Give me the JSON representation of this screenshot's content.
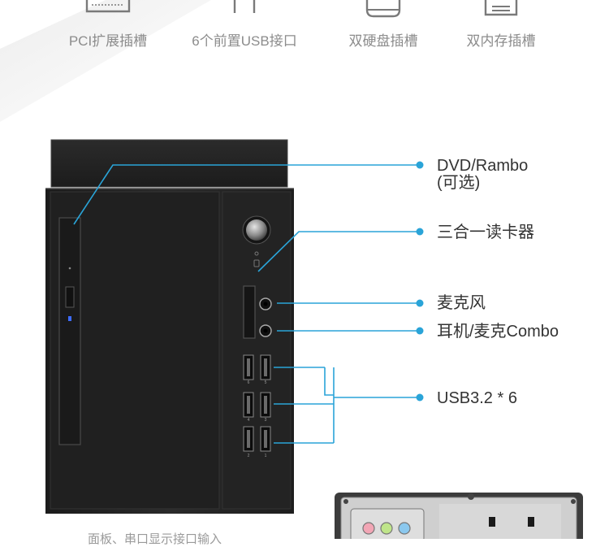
{
  "features": [
    {
      "label": "PCI扩展插槽",
      "icon": "pci-slot-icon"
    },
    {
      "label": "6个前置USB接口",
      "icon": "usb-port-icon"
    },
    {
      "label": "双硬盘插槽",
      "icon": "hard-drive-icon"
    },
    {
      "label": "双内存插槽",
      "icon": "memory-icon"
    }
  ],
  "callouts": {
    "dvd": "DVD/Rambo",
    "dvd_sub": "(可选)",
    "card_reader": "三合一读卡器",
    "mic": "麦克风",
    "combo": "耳机/麦克Combo",
    "usb": "USB3.2 * 6"
  },
  "usb_port_numbers": [
    "6",
    "5",
    "4",
    "3",
    "2",
    "1"
  ],
  "bottom_caption": "面板、串口显示接口输入",
  "colors": {
    "callout_line": "#2aa4d8",
    "chassis": "#222222",
    "chassis_edge": "#3a3a3a",
    "feature_text": "#8c8c8c",
    "callout_text": "#333333"
  }
}
